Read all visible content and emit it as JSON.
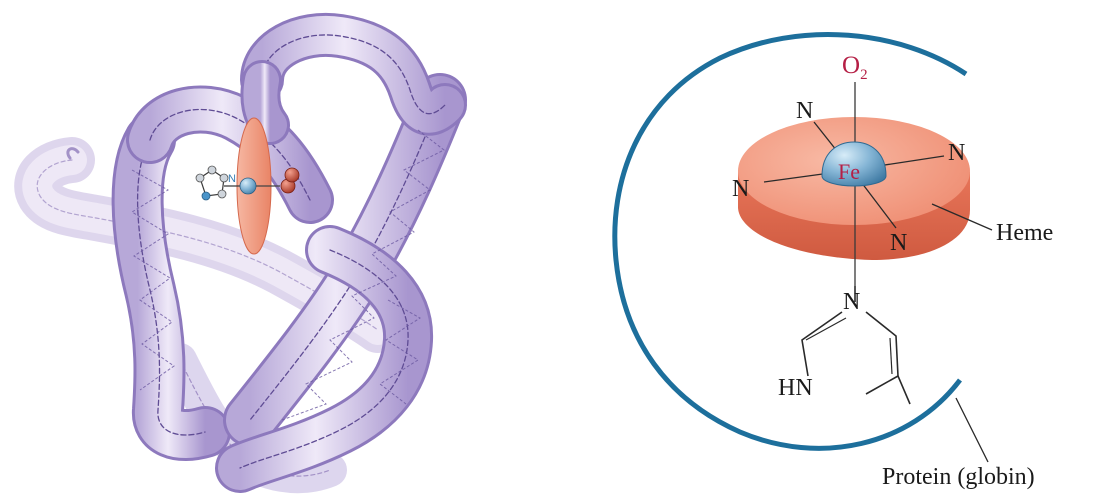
{
  "labels": {
    "oxygen_base": "O",
    "oxygen_subscript": "2",
    "iron": "Fe",
    "nitrogen": "N",
    "ring_nh": "HN",
    "heme": "Heme",
    "protein": "Protein (globin)"
  },
  "colors": {
    "tube_fill": "#d9d0ec",
    "tube_edge": "#8a76b8",
    "heme_disk_top": "#f29a82",
    "heme_disk_side": "#e0735a",
    "iron_sphere": "#7aa9c9",
    "globin_arc": "#1d6f9c",
    "label_red": "#b51f45",
    "text_dark": "#1a1a1a"
  }
}
